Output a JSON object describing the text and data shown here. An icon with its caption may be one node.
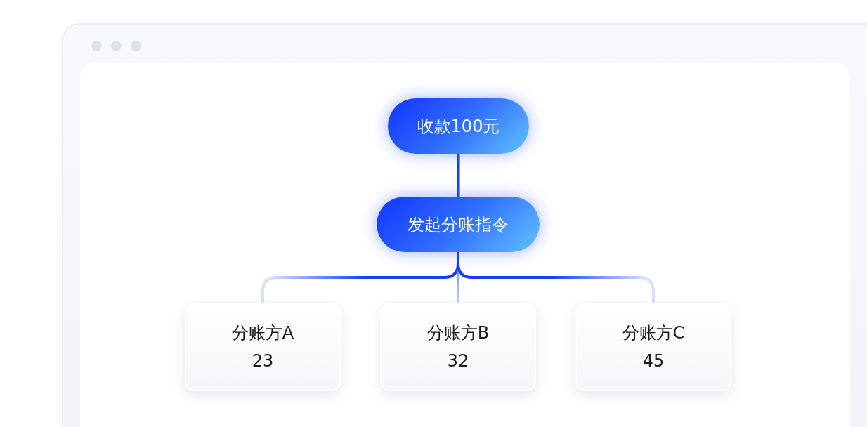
{
  "diagram": {
    "nodes": [
      {
        "text": [
          "收款100元"
        ]
      },
      {
        "text": [
          "发起分账指令"
        ]
      },
      {
        "text": [
          "分账方A",
          "23"
        ]
      },
      {
        "text": [
          "分账方B",
          "32"
        ]
      },
      {
        "text": [
          "分账方C",
          "45"
        ]
      }
    ],
    "edges": [
      {
        "from": 0,
        "to": 1,
        "arrow": "none"
      },
      {
        "from": 1,
        "to": 2,
        "arrow": "none"
      },
      {
        "from": 1,
        "to": 3,
        "arrow": "none"
      },
      {
        "from": 1,
        "to": 4,
        "arrow": "none"
      }
    ]
  }
}
